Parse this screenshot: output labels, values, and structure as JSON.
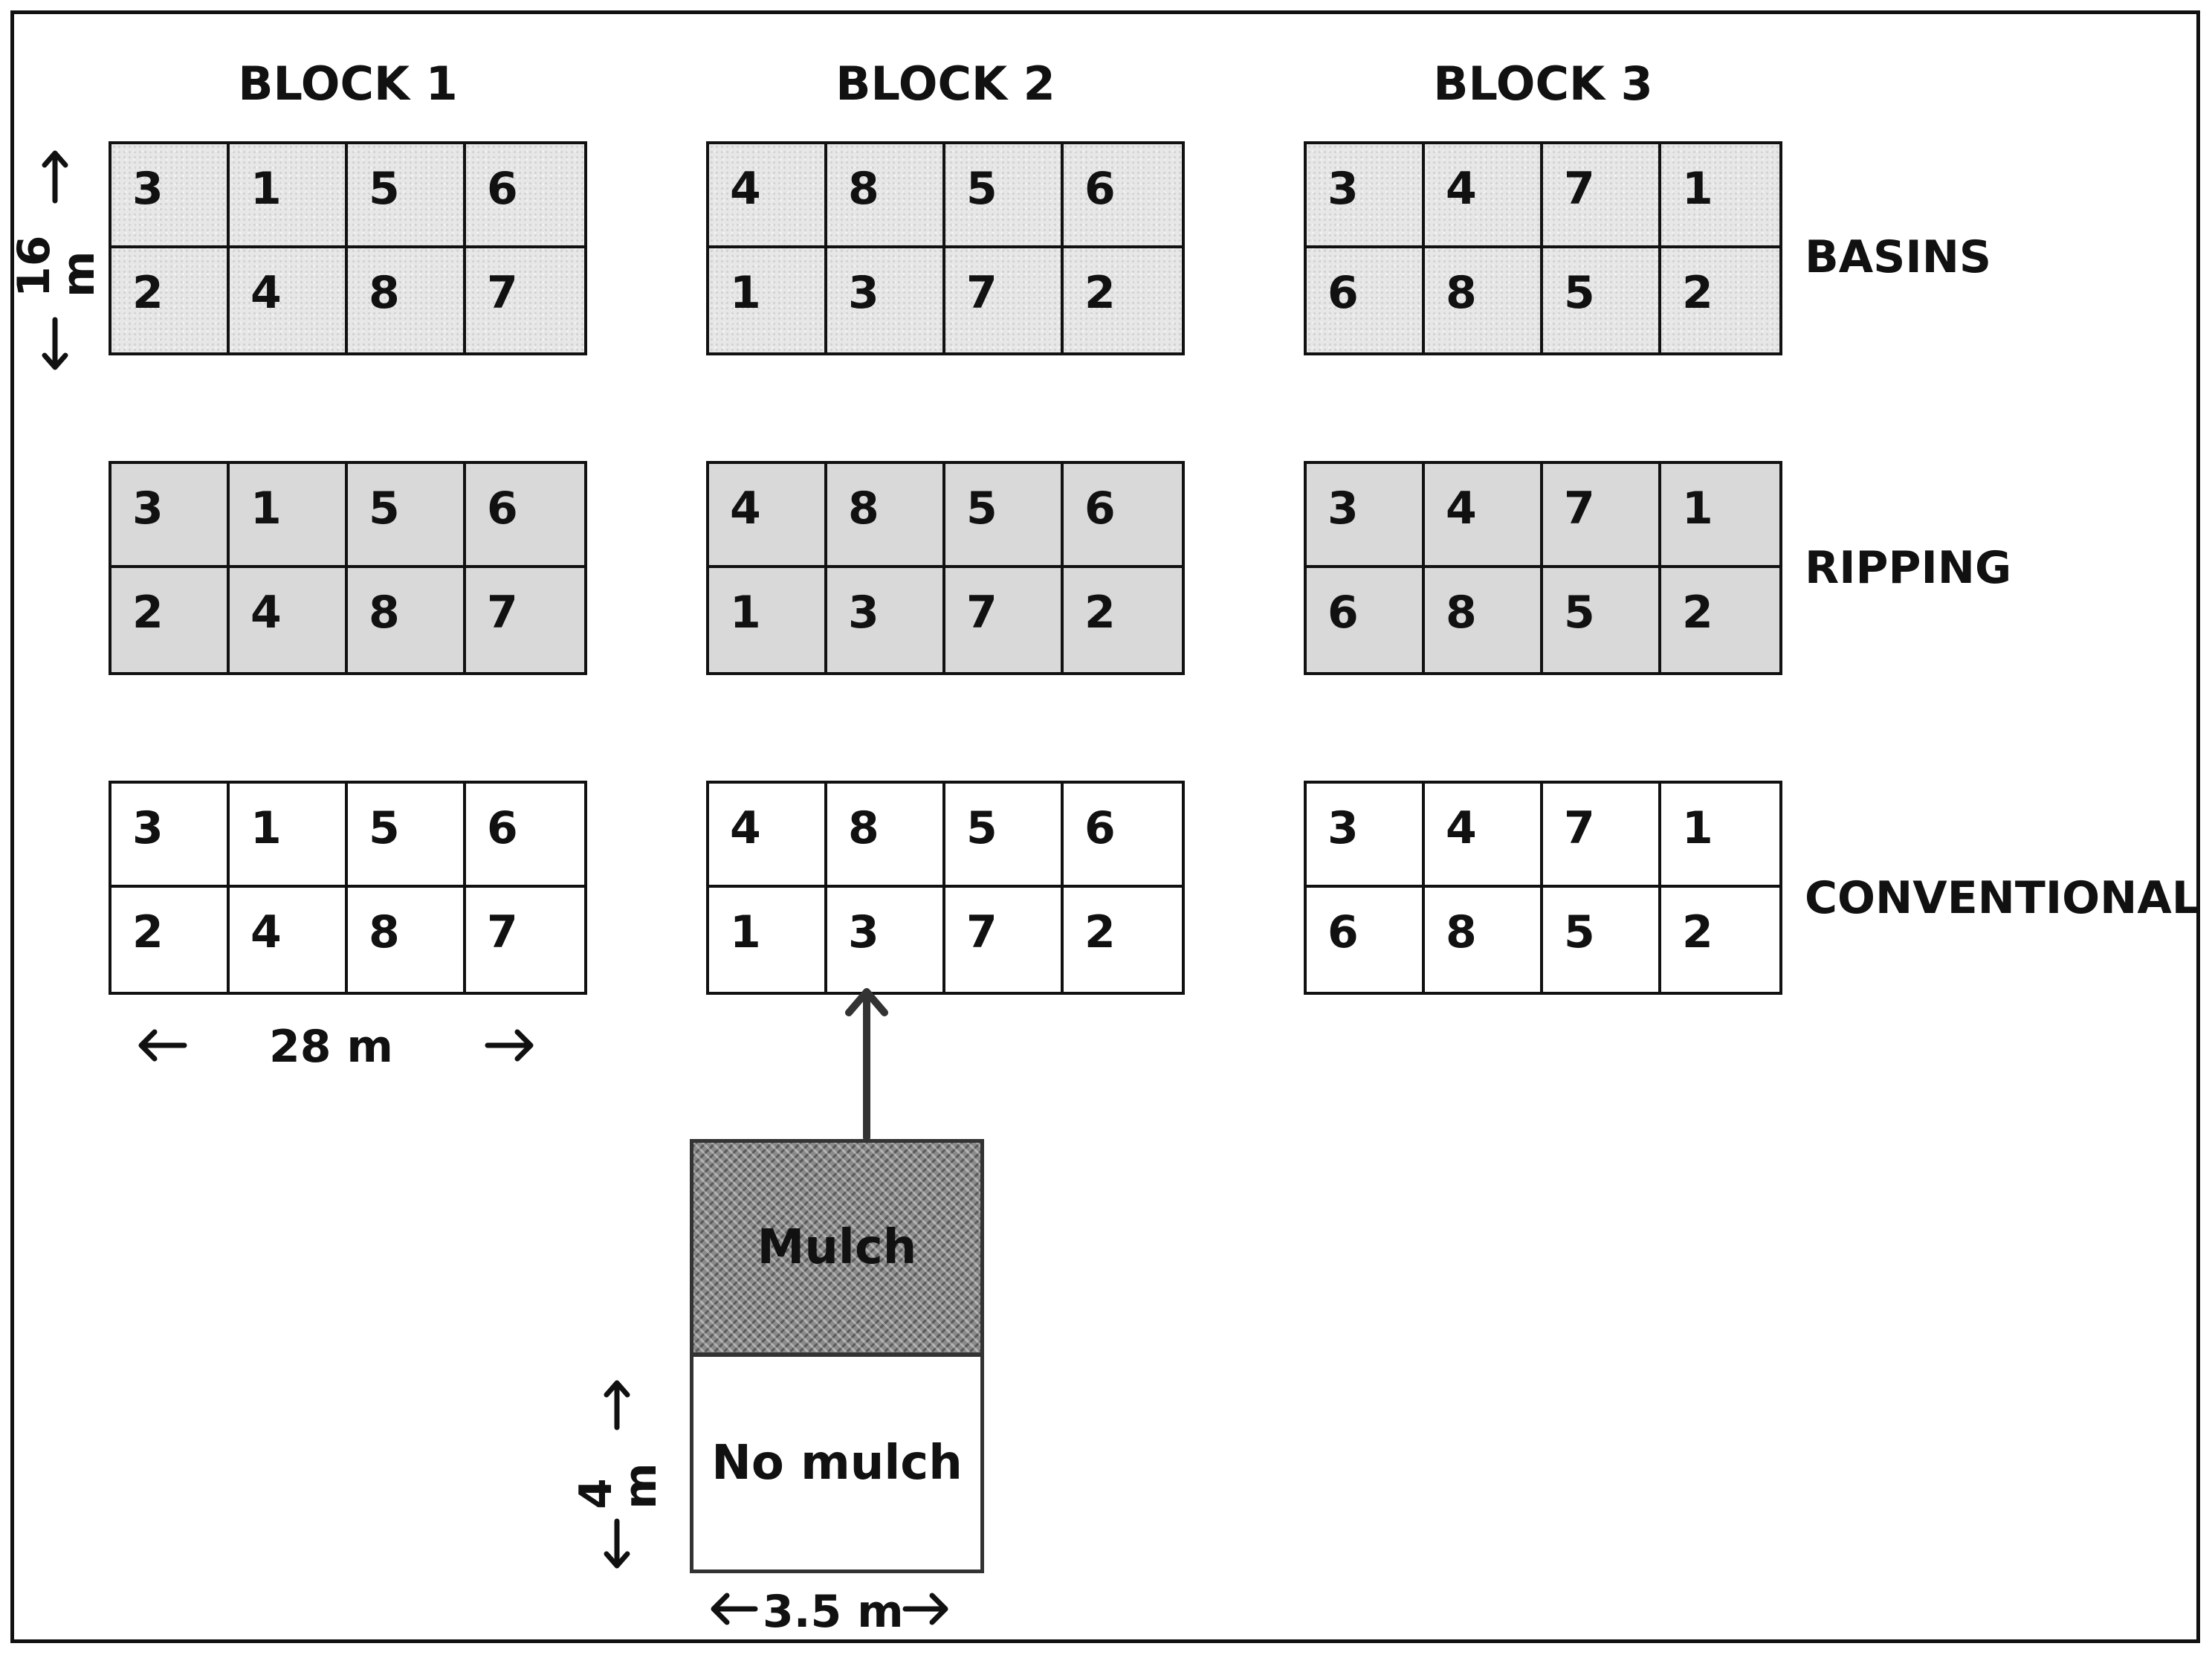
{
  "blocks": [
    {
      "title": "BLOCK 1",
      "basins": [
        "3",
        "1",
        "5",
        "6",
        "2",
        "4",
        "8",
        "7"
      ],
      "ripping": [
        "3",
        "1",
        "5",
        "6",
        "2",
        "4",
        "8",
        "7"
      ],
      "conventional": [
        "3",
        "1",
        "5",
        "6",
        "2",
        "4",
        "8",
        "7"
      ]
    },
    {
      "title": "BLOCK 2",
      "basins": [
        "4",
        "8",
        "5",
        "6",
        "1",
        "3",
        "7",
        "2"
      ],
      "ripping": [
        "4",
        "8",
        "5",
        "6",
        "1",
        "3",
        "7",
        "2"
      ],
      "conventional": [
        "4",
        "8",
        "5",
        "6",
        "1",
        "3",
        "7",
        "2"
      ]
    },
    {
      "title": "BLOCK 3",
      "basins": [
        "3",
        "4",
        "7",
        "1",
        "6",
        "8",
        "5",
        "2"
      ],
      "ripping": [
        "3",
        "4",
        "7",
        "1",
        "6",
        "8",
        "5",
        "2"
      ],
      "conventional": [
        "3",
        "4",
        "7",
        "1",
        "6",
        "8",
        "5",
        "2"
      ]
    }
  ],
  "row_labels": {
    "basins": "BASINS",
    "ripping": "RIPPING",
    "conventional": "CONVENTIONAL"
  },
  "dimensions": {
    "height": "16 m",
    "width": "28 m",
    "subplot_height": "4 m",
    "subplot_width": "3.5 m"
  },
  "legend": {
    "mulch": "Mulch",
    "no_mulch": "No mulch"
  }
}
